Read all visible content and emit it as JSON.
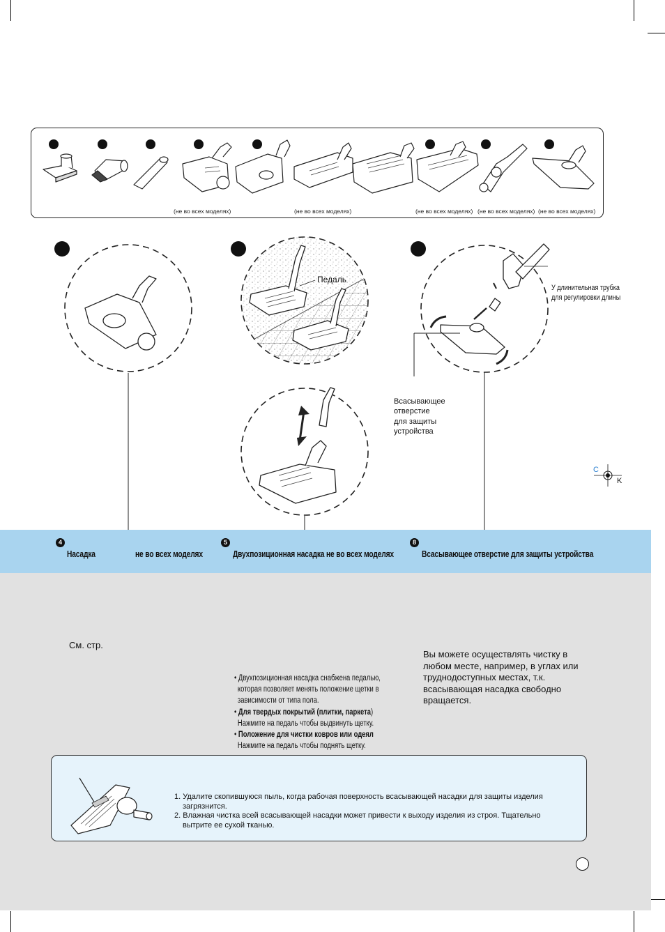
{
  "accessory_panel": {
    "notes": [
      "(не во всех моделях)",
      "(не во всех моделях)",
      "(не во всех моделях)",
      "(не во всех моделях)",
      "(не во всех моделях)"
    ]
  },
  "callouts": {
    "pedal": "Педаль",
    "tube_line1": "У длинительная трубка",
    "tube_line2": "для регулировки длины",
    "suction_line1": "Всасывающее",
    "suction_line2": "отверстие",
    "suction_line3": "для защиты",
    "suction_line4": "устройства"
  },
  "registration": {
    "c": "C",
    "k": "K"
  },
  "sections": [
    {
      "num": "4",
      "title": "Насадка",
      "note": "не во всех моделях"
    },
    {
      "num": "5",
      "title": "Двухпозиционная насадка не во всех моделях"
    },
    {
      "num": "8",
      "title": "Всасывающее отверстие для защиты устройства"
    }
  ],
  "body": {
    "see_page": "См. стр.",
    "bullets": [
      {
        "marker": "•",
        "text": "Двухпозиционная насадка снабжена педалью,"
      },
      {
        "marker": "",
        "text": "которая позволяет менять положение щетки в"
      },
      {
        "marker": "",
        "text": "зависимости от типа пола."
      },
      {
        "marker": "•",
        "bold": "Для твердых покрытий (плитки, паркета",
        "text": ")"
      },
      {
        "marker": "",
        "text": "Нажмите на педаль чтобы выдвинуть щетку."
      },
      {
        "marker": "•",
        "bold": "Положение для чистки ковров или одеял",
        "text": ""
      },
      {
        "marker": "",
        "text": "Нажмите на педаль чтобы поднять щетку."
      }
    ],
    "right_text": [
      "Вы можете осуществлять чистку в",
      "любом месте, например, в углах или",
      "труднодоступных местах, т.к.",
      "всасывающая насадка свободно",
      "вращается."
    ]
  },
  "note_box": {
    "items": [
      "1. Удалите скопившуюся пыль, когда рабочая поверхность всасывающей  насадки для защиты изделия",
      "    загрязнится.",
      "2. Влажная чистка всей всасывающей насадки может привести к выходу изделия из строя. Тщательно",
      "    вытрите ее сухой тканью."
    ]
  },
  "colors": {
    "band": "#a9d4ef",
    "gray": "#e1e1e1",
    "note_bg": "#e6f3fb",
    "reg_c": "#2a7fd0"
  }
}
